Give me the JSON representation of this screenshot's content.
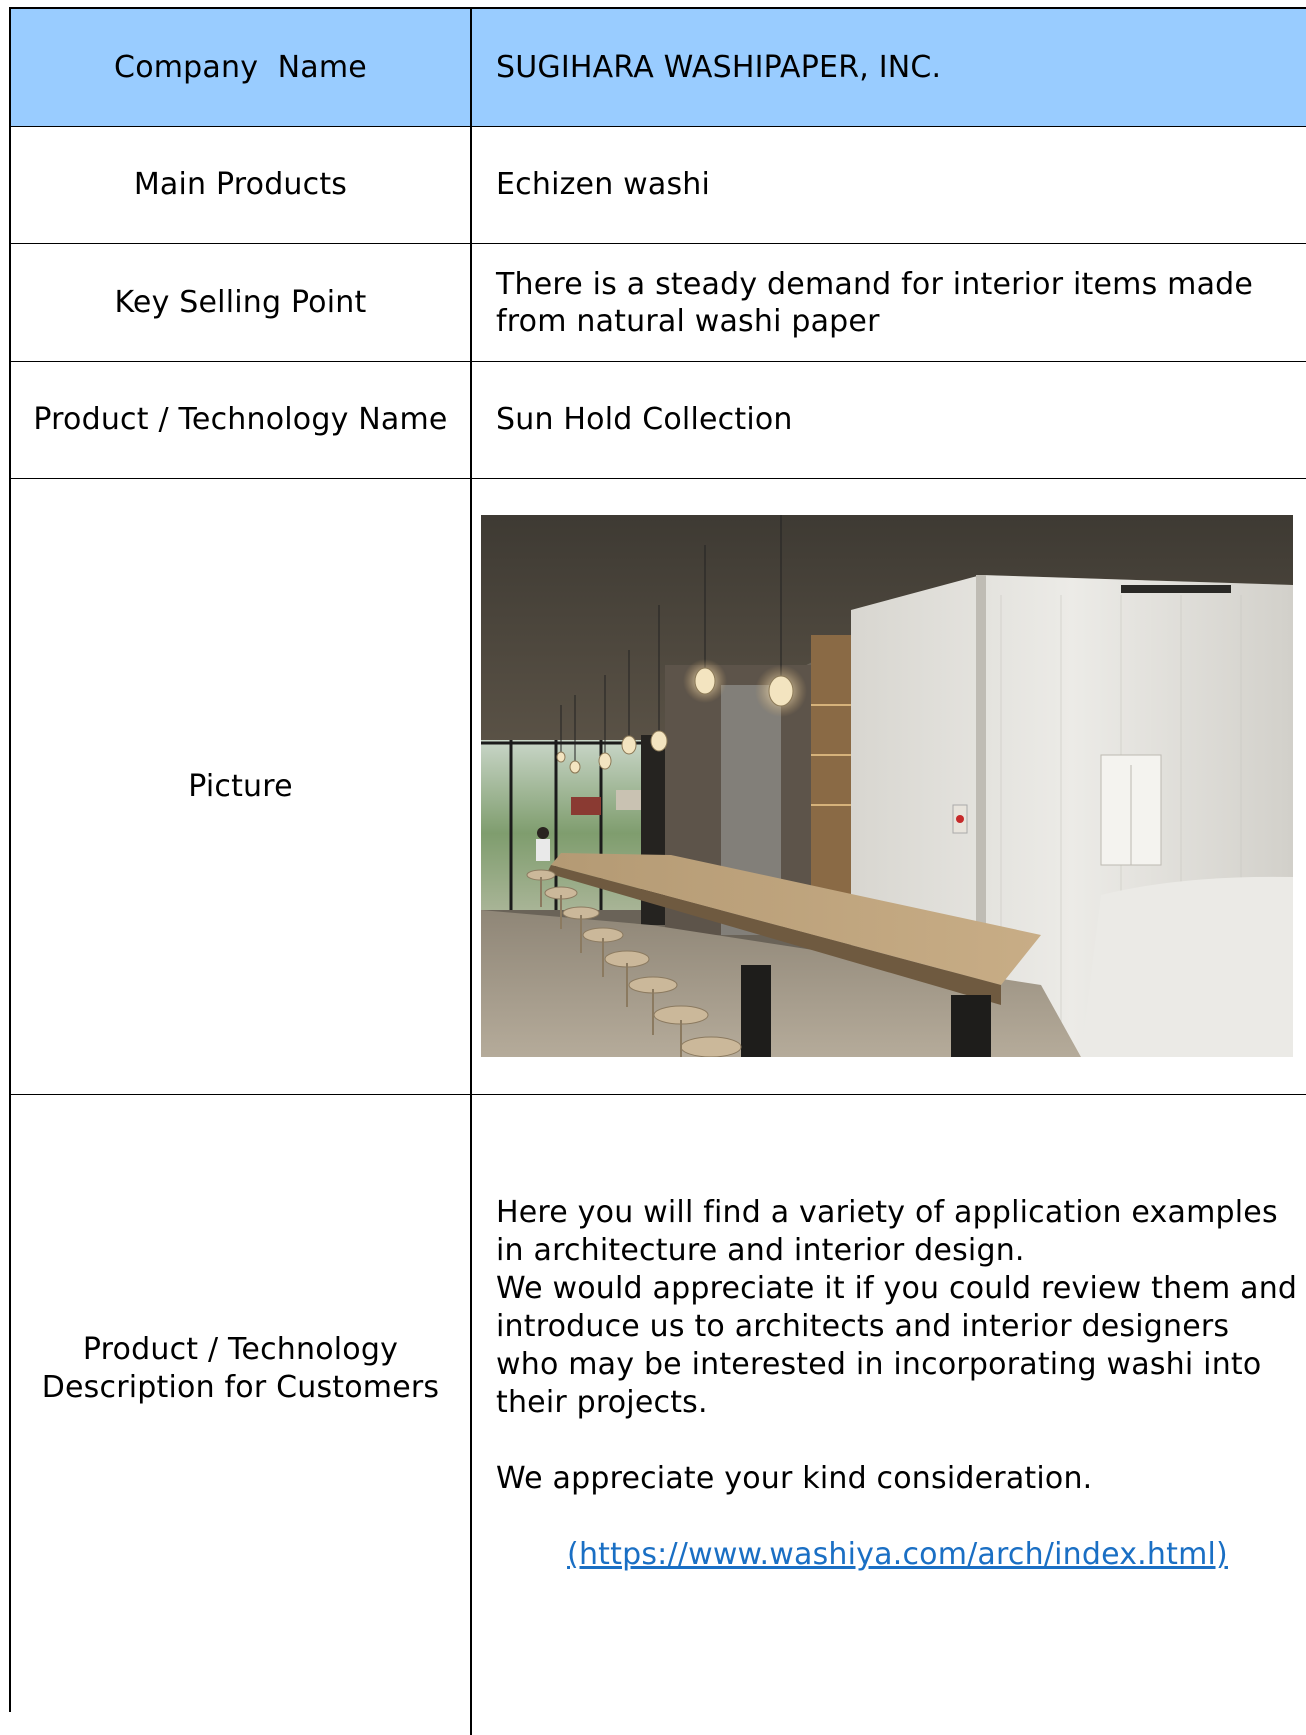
{
  "company": {
    "label": "Company  Name",
    "value": "SUGIHARA WASHIPAPER, INC."
  },
  "products": {
    "label": "Main Products",
    "value": "Echizen washi"
  },
  "selling_point": {
    "label": "Key Selling Point",
    "value": "There is a steady demand for interior items made from natural washi paper"
  },
  "product_name": {
    "label": "Product / Technology Name",
    "value": "Sun Hold Collection"
  },
  "picture": {
    "label": "Picture"
  },
  "description": {
    "label_line1": "Product / Technology",
    "label_line2": "Description for Customers",
    "para1": "Here you will find a variety of application examples in architecture and interior design.",
    "para2": "We would appreciate it if you could review them and introduce us to architects and interior designers who may be interested in incorporating washi into their projects.",
    "closing": "We appreciate your kind consideration.",
    "link": "(https://www.washiya.com/arch/index.html)"
  },
  "colors": {
    "header_bg": "#99ccff",
    "link": "#1a6fc4"
  }
}
